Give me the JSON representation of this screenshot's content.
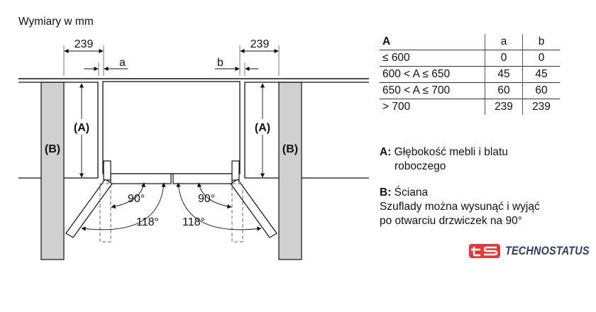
{
  "title": "Wymiary w mm",
  "dimensions": {
    "left_offset": "239",
    "right_offset": "239",
    "gap_left": "a",
    "gap_right": "b",
    "depth_label_left": "(A)",
    "depth_label_right": "(A)",
    "wall_label_left": "(B)",
    "wall_label_right": "(B)",
    "angle_90_left": "90°",
    "angle_118_left": "118°",
    "angle_90_right": "90°",
    "angle_118_right": "118°"
  },
  "table": {
    "headers": [
      "A",
      "a",
      "b"
    ],
    "rows": [
      [
        "≤ 600",
        "0",
        "0"
      ],
      [
        "600 < A ≤ 650",
        "45",
        "45"
      ],
      [
        "650 < A ≤ 700",
        "60",
        "60"
      ],
      [
        "> 700",
        "239",
        "239"
      ]
    ]
  },
  "legend": {
    "a_key": "A:",
    "a_text_line1": "Głębokość mebli i blatu",
    "a_text_line2": "roboczego",
    "b_key": "B:",
    "b_text": "Ściana",
    "note_line1": "Szuflady można wysunąć i wyjąć",
    "note_line2": "po otwarciu drzwiczek na 90°"
  },
  "logo": {
    "mark": "ts",
    "name": "TECHNOSTATUS",
    "mark_color": "#e03a3a",
    "text_color": "#2f3d60"
  },
  "colors": {
    "wall": "#d0d0d0",
    "line": "#1a1a1a"
  }
}
